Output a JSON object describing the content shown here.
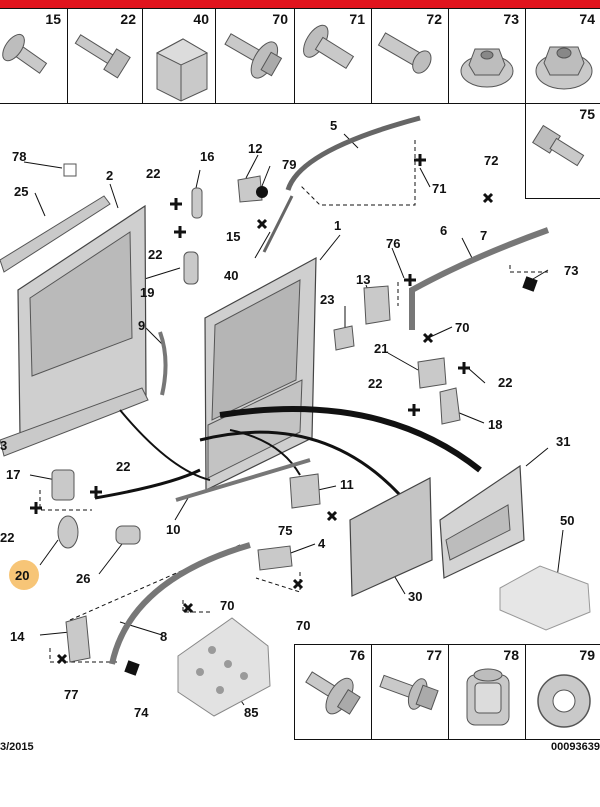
{
  "colors": {
    "banner": "#e0141d",
    "highlight": "#f4b24a",
    "part_fill": "#c9c9c9",
    "part_stroke": "#555555",
    "line": "#111111"
  },
  "top_row": [
    "15",
    "22",
    "40",
    "70",
    "71",
    "72",
    "73",
    "74"
  ],
  "side_cell": "75",
  "bottom_row": [
    "76",
    "77",
    "78",
    "79"
  ],
  "callouts": [
    "78",
    "25",
    "2",
    "22",
    "16",
    "12",
    "79",
    "15",
    "5",
    "71",
    "72",
    "7",
    "73",
    "22",
    "19",
    "40",
    "1",
    "76",
    "6",
    "13",
    "23",
    "70",
    "9",
    "21",
    "22",
    "3",
    "22",
    "18",
    "17",
    "22",
    "31",
    "11",
    "22",
    "75",
    "10",
    "4",
    "50",
    "20",
    "26",
    "30",
    "14",
    "70",
    "8",
    "70",
    "77",
    "74",
    "85"
  ],
  "highlight_label": "20",
  "footer": {
    "left": "3/2015",
    "right": "00093639"
  },
  "icons": [
    "screw-icon",
    "block-icon",
    "nut-icon",
    "washer-icon",
    "clip-icon"
  ]
}
